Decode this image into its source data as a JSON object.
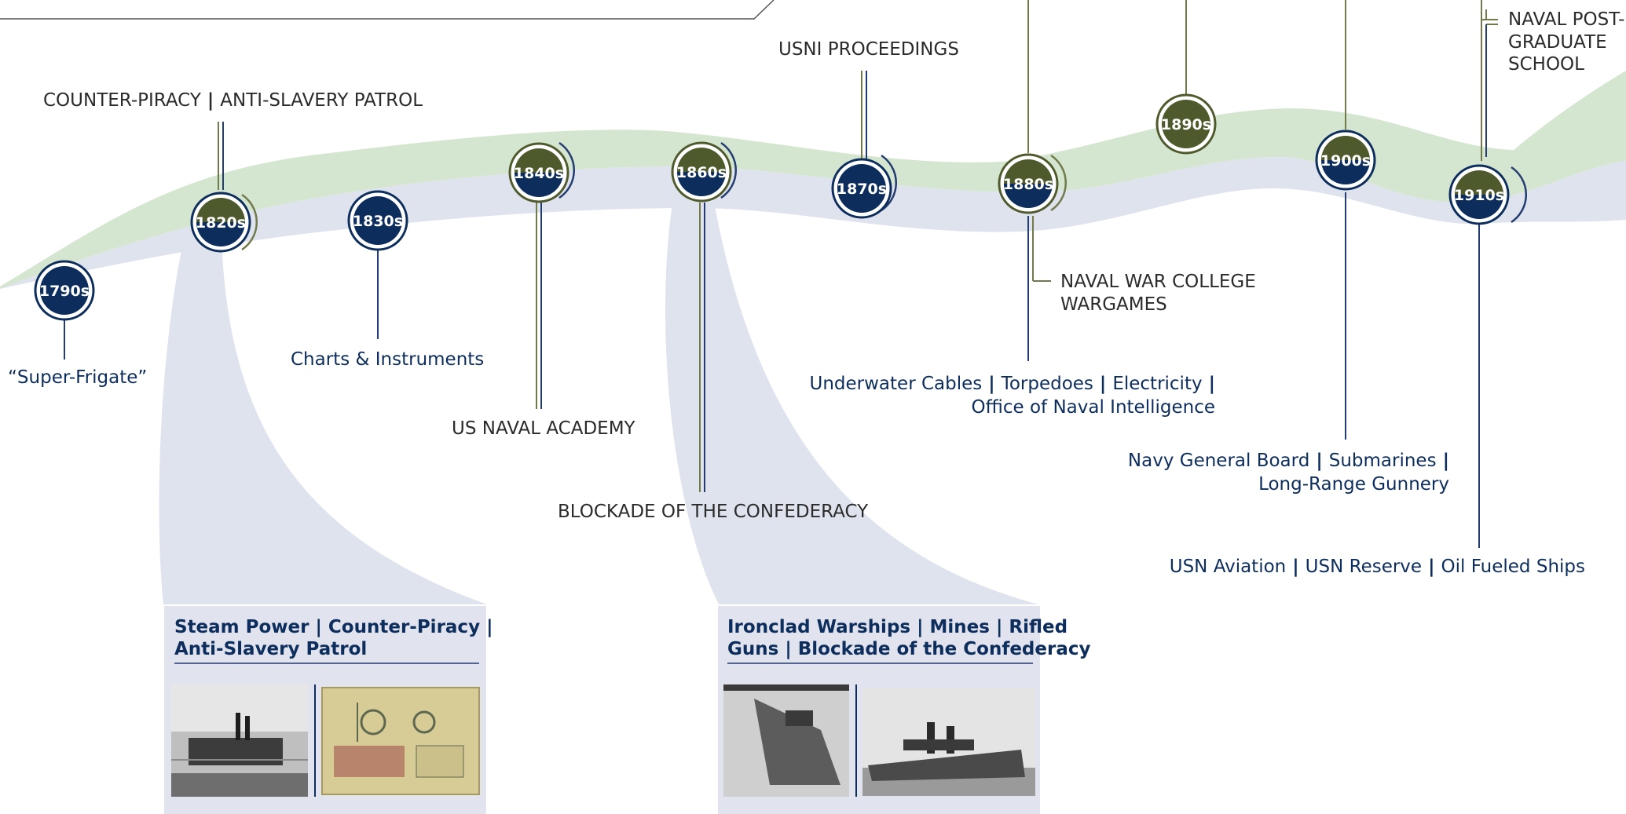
{
  "colors": {
    "green_band": "#d5e6d0",
    "blue_band": "#dfe3ee",
    "node_navy": "#0d2d5c",
    "node_olive": "#4f5a2c",
    "olive_line": "#707a4a",
    "navy_line": "#233d70",
    "text_dark": "#2b2b2b",
    "text_navy": "#0d2d5c",
    "panel_bg": "#e1e4ee"
  },
  "nodes": [
    {
      "id": "1790",
      "label": "1790s",
      "style": "navy-lower"
    },
    {
      "id": "1820",
      "label": "1820s",
      "style": "split"
    },
    {
      "id": "1830",
      "label": "1830s",
      "style": "navy"
    },
    {
      "id": "1840",
      "label": "1840s",
      "style": "split"
    },
    {
      "id": "1860",
      "label": "1860s",
      "style": "split"
    },
    {
      "id": "1870",
      "label": "1870s",
      "style": "navy"
    },
    {
      "id": "1880",
      "label": "1880s",
      "style": "split"
    },
    {
      "id": "1890",
      "label": "1890s",
      "style": "olive"
    },
    {
      "id": "1900",
      "label": "1900s",
      "style": "split"
    },
    {
      "id": "1910",
      "label": "1910s",
      "style": "split"
    }
  ],
  "labels": {
    "super_frigate": "“Super-Frigate”",
    "counter_piracy": "COUNTER-PIRACY",
    "anti_slavery": "ANTI-SLAVERY PATROL",
    "charts": "Charts & Instruments",
    "naval_academy": "US NAVAL ACADEMY",
    "blockade": "BLOCKADE OF THE CONFEDERACY",
    "usni": "USNI PROCEEDINGS",
    "war_college_1": "NAVAL WAR COLLEGE",
    "war_college_2": "WARGAMES",
    "cables_1a": "Underwater Cables",
    "cables_1b": "Torpedoes",
    "cables_1c": "Electricity",
    "cables_2": "Office of Naval Intelligence",
    "general_board_1a": "Navy General Board",
    "general_board_1b": "Submarines",
    "general_board_2": "Long-Range Gunnery",
    "aviation_a": "USN Aviation",
    "aviation_b": "USN Reserve",
    "aviation_c": "Oil Fueled Ships",
    "postgrad_1": "NAVAL POST-",
    "postgrad_2": "GRADUATE",
    "postgrad_3": "SCHOOL"
  },
  "panels": [
    {
      "title_line1": "Steam Power | Counter-Piracy |",
      "title_line2": "Anti-Slavery Patrol",
      "images": [
        "steamboat-photo",
        "engine-drawing"
      ]
    },
    {
      "title_line1": "Ironclad Warships | Mines | Rifled",
      "title_line2": "Guns | Blockade of the Confederacy",
      "images": [
        "ironclad-photo",
        "monitor-photo"
      ]
    }
  ]
}
